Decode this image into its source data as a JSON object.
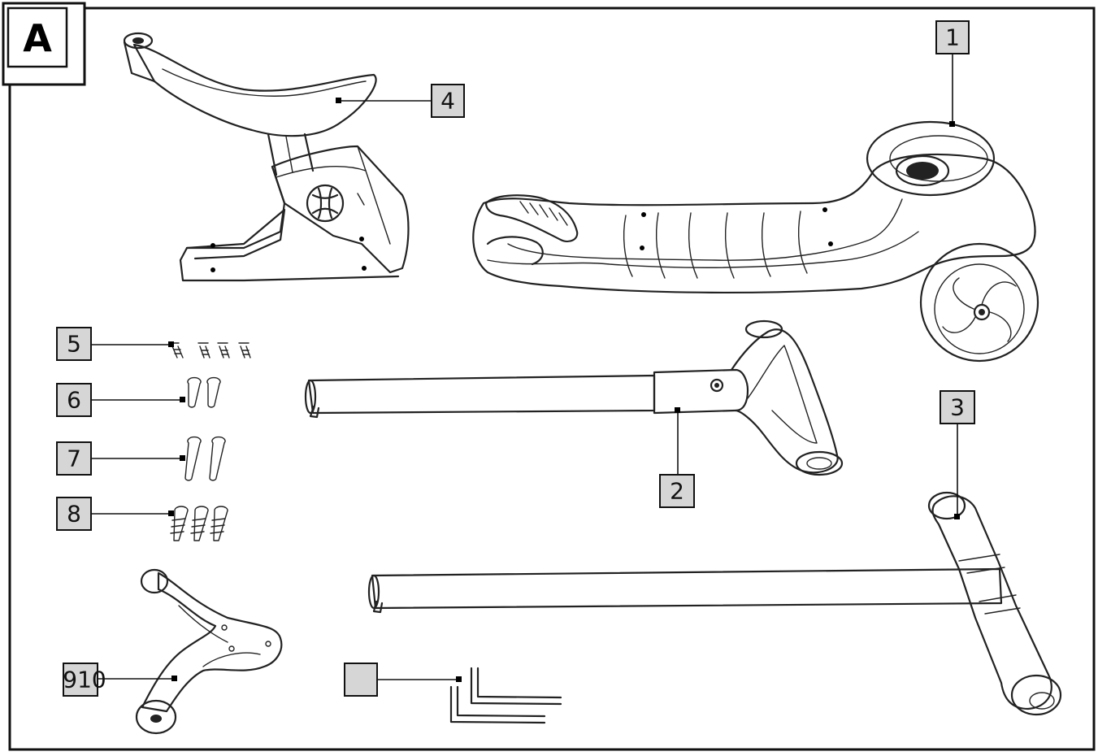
{
  "diagram": {
    "panel_label": "A",
    "parts": [
      {
        "id": "1",
        "label": "1",
        "component": "deck"
      },
      {
        "id": "2",
        "label": "2",
        "component": "steering-column"
      },
      {
        "id": "3",
        "label": "3",
        "component": "t-bar-handle"
      },
      {
        "id": "4",
        "label": "4",
        "component": "seat"
      },
      {
        "id": "5",
        "label": "5",
        "component": "screws-short"
      },
      {
        "id": "6",
        "label": "6",
        "component": "bolts-medium"
      },
      {
        "id": "7",
        "label": "7",
        "component": "bolts-long"
      },
      {
        "id": "8",
        "label": "8",
        "component": "screws-threaded"
      },
      {
        "id": "9",
        "label": "910",
        "component": "handle-bracket"
      },
      {
        "id": "10",
        "label": "",
        "component": "allen-keys"
      }
    ]
  }
}
